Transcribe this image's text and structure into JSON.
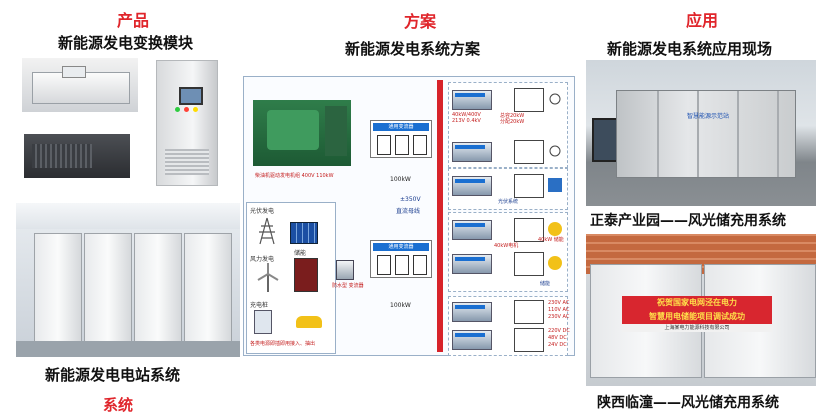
{
  "product": {
    "title": "产品",
    "module_title": "新能源发电变换模块",
    "station_title": "新能源发电电站系统",
    "system_label": "系统"
  },
  "scheme": {
    "title": "方案",
    "subtitle": "新能源发电系统方案",
    "generator_label": "柴油机驱动发电机组  400V 110kW",
    "converter_header": "通用变流器",
    "power_top": "100kW",
    "power_bottom": "100kW",
    "bus_voltage": "±350V",
    "bus_name": "直流母线",
    "ac_load_label": "40kW/400V",
    "ac_load_label2": "213V 0.4kV",
    "ac_gen_label": "总容20kW",
    "ac_gen_label2": "分配20kW",
    "pv_label": "光伏系统",
    "storage_label": "储能",
    "battery_label": "40kW 储能",
    "motor_label": "40kW电机",
    "dc_label_1": "230V AC",
    "dc_label_2": "110V AC",
    "dc_label_3": "230V AC",
    "dc_label_4": "220V DC",
    "dc_label_5": "48V DC",
    "dc_label_6": "24V DC",
    "src_label_1": "光伏发电",
    "src_label_2": "风力发电",
    "src_label_3": "储能",
    "src_label_4": "充电桩",
    "converter_tag": "防水型 变流器",
    "footer_note": "各类电源即插即用接入、抽出"
  },
  "application": {
    "title": "应用",
    "subtitle": "新能源发电系统应用现场",
    "site1_caption": "正泰产业园——风光储充用系统",
    "site2_caption": "陕西临潼——风光储充用系统",
    "site1_sign": "智慧能源示范站",
    "site2_banner_line1": "祝贺国家电网泾在电力",
    "site2_banner_line2": "智慧用电储能项目调试成功",
    "site2_banner_sub": "上海某电力能源科技有限公司"
  },
  "colors": {
    "accent_red": "#e0252b",
    "bus_red": "#d7232a",
    "converter_blue": "#1a6fd1"
  }
}
